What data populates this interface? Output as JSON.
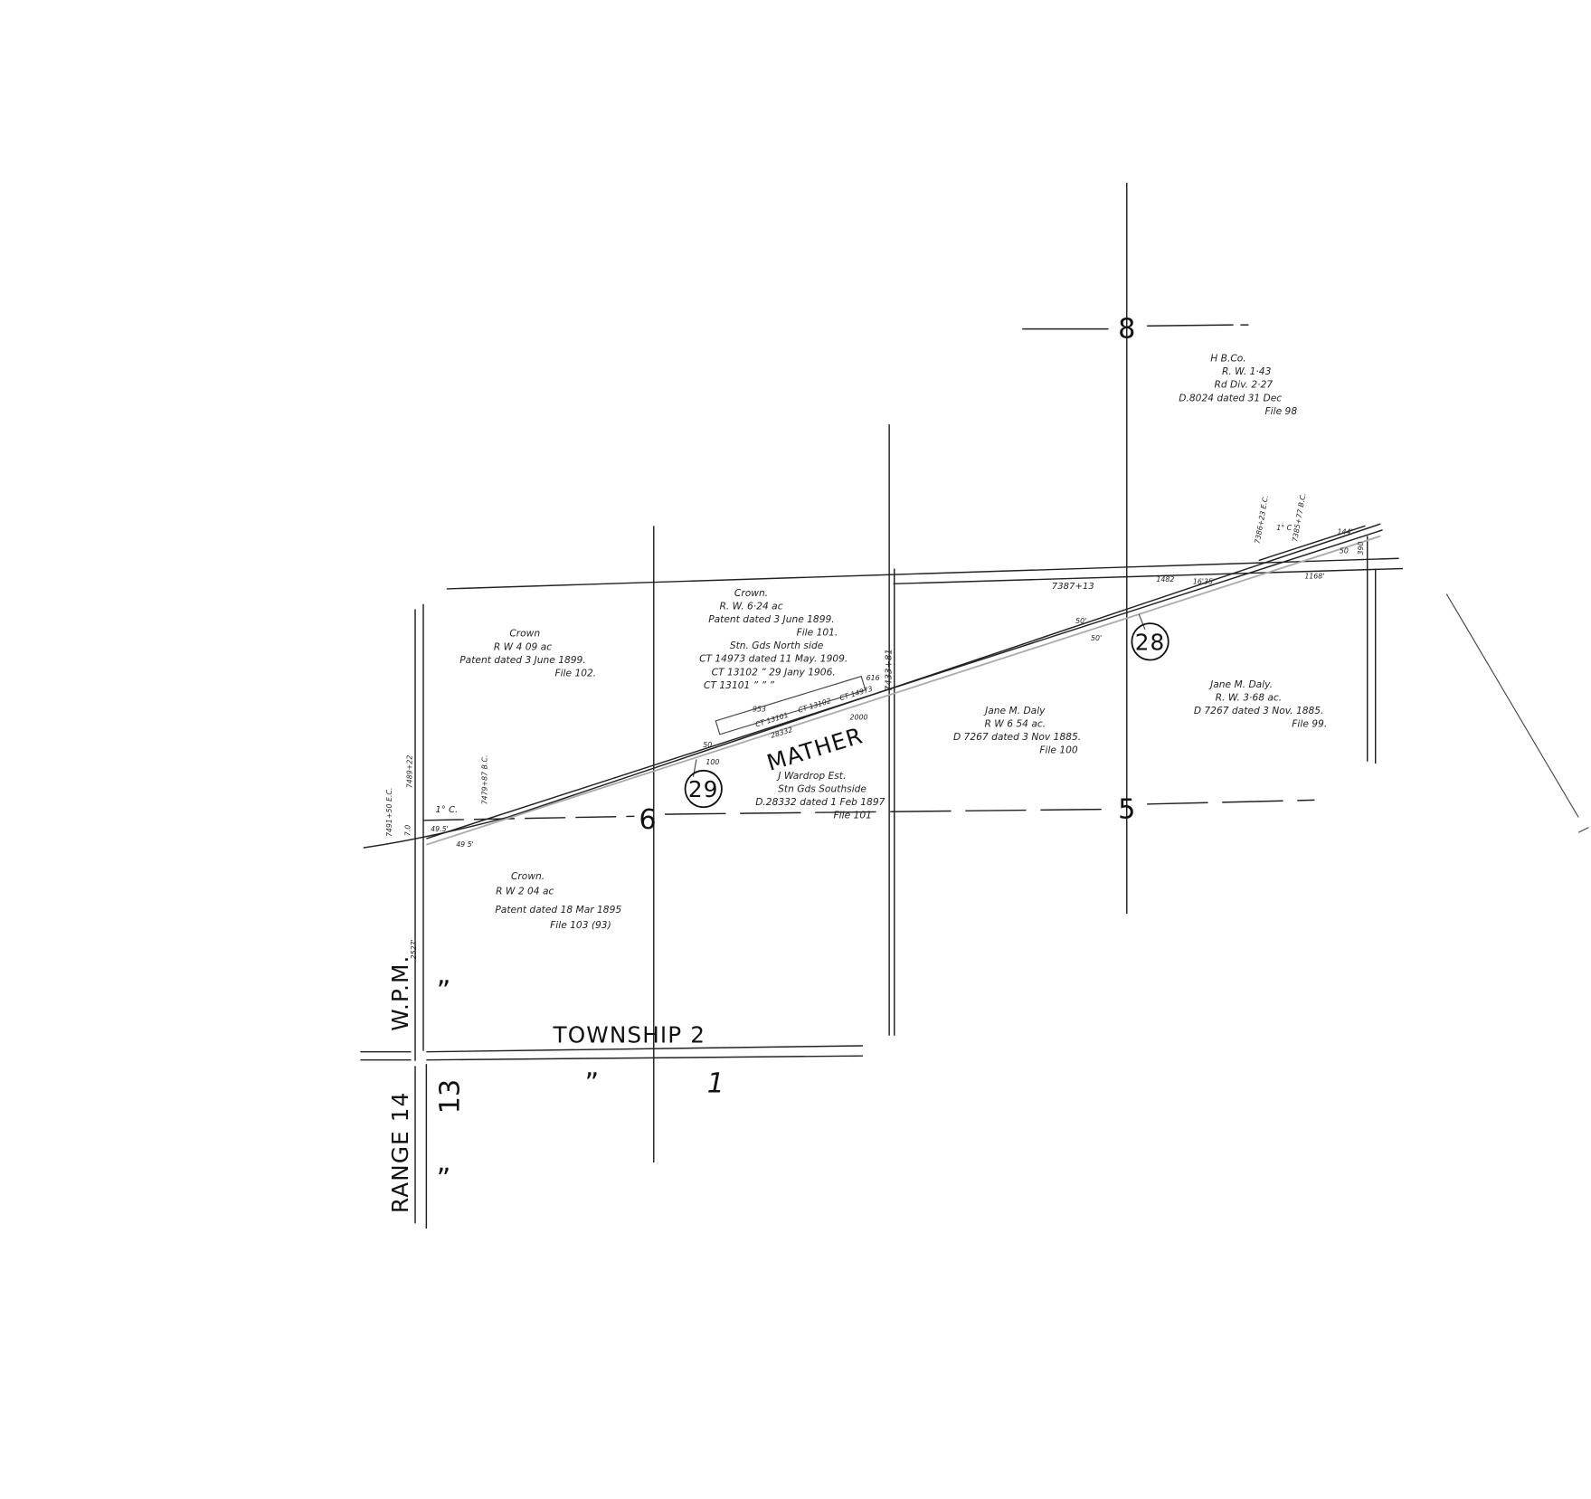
{
  "sections": {
    "s8": "8",
    "s6": "6",
    "s5": "5",
    "s1": "1",
    "s13": "13",
    "ditto": "”"
  },
  "parcel_numbers": {
    "p29": "29",
    "p28": "28"
  },
  "townsite": "MATHER",
  "township": "TOWNSHIP 2",
  "range": "RANGE 14",
  "meridian": "W.P.M.",
  "hbco": [
    "H B.Co.",
    "R. W.  1·43",
    "Rd Div.  2·27",
    "D.8024 dated 31 Dec",
    "File 98"
  ],
  "crown_nw": [
    "Crown",
    "R W 4 09 ac",
    "Patent dated 3 June 1899.",
    "File 102."
  ],
  "crown_n": [
    "Crown.",
    "R. W. 6·24 ac",
    "Patent dated 3 June 1899.",
    "File 101.",
    "Stn. Gds North side",
    "CT 14973 dated 11 May. 1909.",
    "CT 13102   ”   29 Jany 1906.",
    "CT 13101   ”    ”    ”"
  ],
  "wardrop": [
    "J Wardrop Est.",
    "Stn Gds Southside",
    "D.28332 dated 1 Feb 1897",
    "File 101"
  ],
  "daly_left": [
    "Jane M. Daly",
    "R W 6 54 ac.",
    "D 7267 dated 3 Nov 1885.",
    "File 100"
  ],
  "daly_right": [
    "Jane M. Daly.",
    "R. W. 3·68 ac.",
    "D 7267 dated 3 Nov. 1885.",
    "File 99."
  ],
  "crown_sw": [
    "Crown.",
    "R W 2 04 ac",
    "Patent dated 18 Mar 1895",
    "File 103 (93)"
  ],
  "stations": {
    "s7433": "7433+81",
    "s7387": "7387+13",
    "s7491": "7491+50 E.C.",
    "s7489": "7489+22",
    "s7479": "7479+87 B.C.",
    "s7386": "7386+23 E.C.",
    "s7385": "7385+77 B.C.",
    "curve_w": "1° C.",
    "curve_e": "1° C"
  },
  "dims": {
    "d1482": "1482",
    "d1635": "16'35'",
    "d1168": "1168'",
    "d50a": "50'",
    "d50b": "50'",
    "d495a": "49.5'",
    "d495b": "49 5'",
    "d70": "7.0",
    "d144": "144'",
    "d50c": "50",
    "d390": "390",
    "d953": "953",
    "d50d": "50",
    "d100": "100",
    "d2000": "2000",
    "d616": "616",
    "ct13101": "CT 13101",
    "ct13102": "CT 13102",
    "ct14973": "CT 14973",
    "d28332": "28332",
    "d2527": "2527'"
  }
}
